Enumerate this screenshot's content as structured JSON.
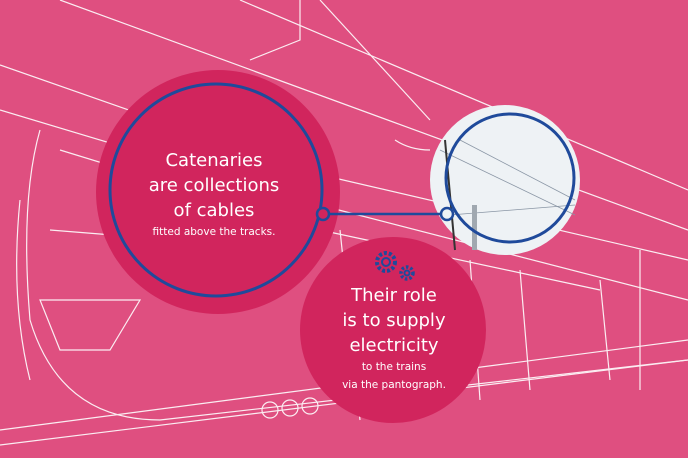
{
  "colors": {
    "background": "#df4f80",
    "circle": "#d1255d",
    "accent": "#1f4a9b",
    "photo": "#eef2f5"
  },
  "callout_catenaries": {
    "lines": [
      "Catenaries",
      "are collections",
      "of cables"
    ],
    "subtext": "fitted above the tracks."
  },
  "callout_role": {
    "icon": "gears-icon",
    "lines": [
      "Their role",
      "is to supply",
      "electricity"
    ],
    "subtext": [
      "to the trains",
      "via the pantograph."
    ]
  }
}
